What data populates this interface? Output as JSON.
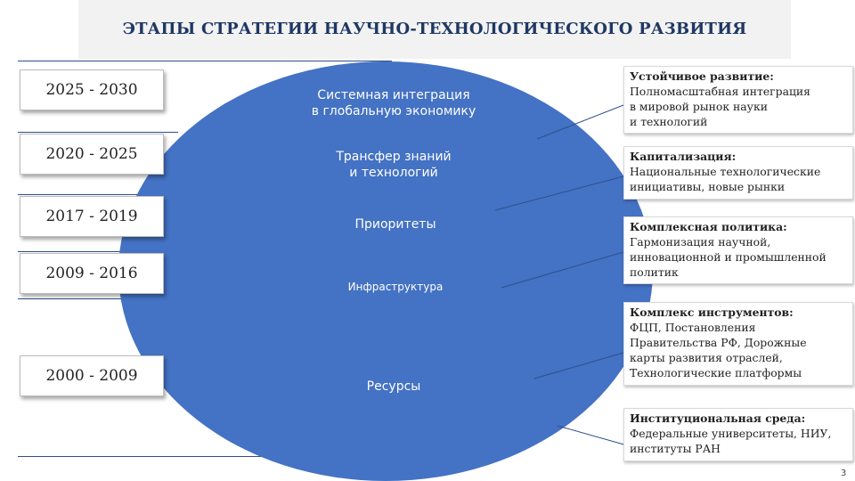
{
  "title": "ЭТАПЫ СТРАТЕГИИ НАУЧНО-ТЕХНОЛОГИЧЕСКОГО РАЗВИТИЯ",
  "periods": [
    "2025 - 2030",
    "2020 - 2025",
    "2017 - 2019",
    "2009 - 2016",
    "2000 - 2009"
  ],
  "stages": {
    "s1_line1": "Системная интеграция",
    "s1_line2": "в глобальную экономику",
    "s2_line1": "Трансфер знаний",
    "s2_line2": "и технологий",
    "s3": "Приоритеты",
    "s4": "Инфраструктура",
    "s5": "Ресурсы"
  },
  "descriptions": [
    {
      "head": "Устойчивое развитие:",
      "lines": [
        "Полномасштабная интеграция",
        "в мировой рынок науки",
        "и технологий"
      ]
    },
    {
      "head": "Капитализация:",
      "lines": [
        "Национальные технологические",
        "инициативы, новые рынки"
      ]
    },
    {
      "head": "Комплексная политика:",
      "lines": [
        "Гармонизация научной,",
        "инновационной и промышленной",
        "политик"
      ]
    },
    {
      "head": "Комплекс инструментов:",
      "lines": [
        "ФЦП, Постановления",
        "Правительства РФ, Дорожные",
        "карты развития отраслей,",
        "Технологические платформы"
      ]
    },
    {
      "head": "Институциональная среда:",
      "lines": [
        "Федеральные университеты, НИУ,",
        "институты РАН"
      ]
    }
  ],
  "colors": {
    "ellipse": "#4472c4",
    "title": "#1f3864",
    "line": "#2e4f8c"
  },
  "page_number": "3"
}
